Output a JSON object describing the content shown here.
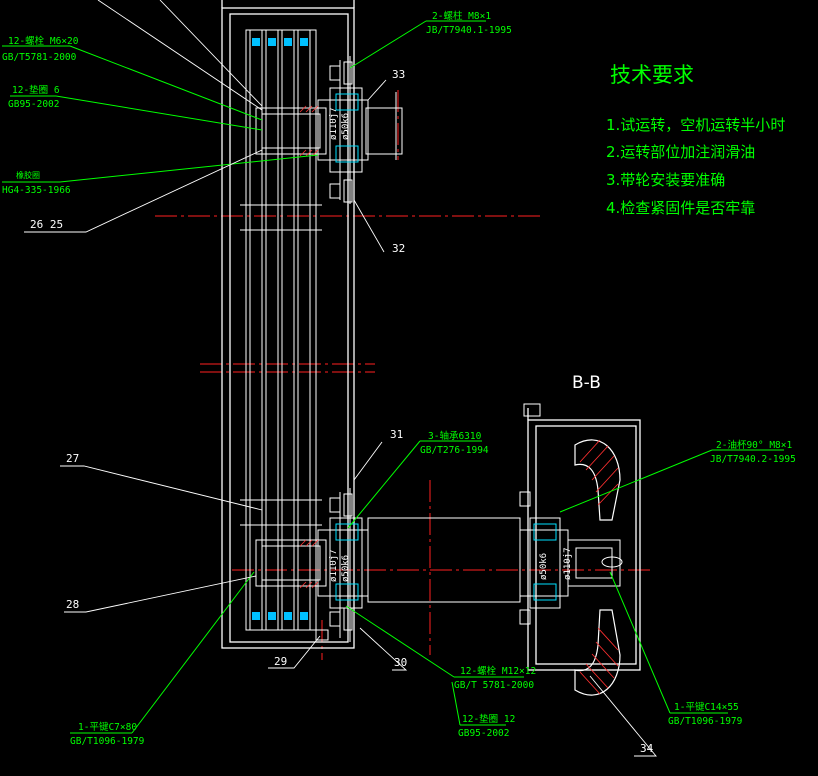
{
  "colors": {
    "background": "#000000",
    "outline": "#ffffff",
    "leader": "#00ff00",
    "center_line": "#ff2020",
    "hatch": "#ff3030",
    "component": "#00e0ff",
    "tech_text": "#00ff00"
  },
  "tech_requirements": {
    "title": "技术要求",
    "items": [
      "1.试运转，空机运转半小时",
      "2.运转部位加注润滑油",
      "3.带轮安装要准确",
      "4.检查紧固件是否牢靠"
    ]
  },
  "section_label": "B-B",
  "callouts": [
    {
      "id": "c1",
      "line1": "2-螺柱 M8×1",
      "line2": "JB/T7940.1-1995"
    },
    {
      "id": "c2",
      "line1": "12-螺栓 M6×20",
      "line2": "GB/T5781-2000"
    },
    {
      "id": "c3",
      "line1": "12-垫圈 6",
      "line2": "GB95-2002"
    },
    {
      "id": "c4",
      "line1": "橡胶圈",
      "line2": "HG4-335-1966"
    },
    {
      "id": "c5",
      "line1": "3-轴承6310",
      "line2": "GB/T276-1994"
    },
    {
      "id": "c6",
      "line1": "2-油杯90° M8×1",
      "line2": "JB/T7940.2-1995"
    },
    {
      "id": "c7",
      "line1": "12-螺栓 M12×12",
      "line2": "GB/T 5781-2000"
    },
    {
      "id": "c8",
      "line1": "12-垫圈 12",
      "line2": "GB95-2002"
    },
    {
      "id": "c9",
      "line1": "1-平键C7×80",
      "line2": "GB/T1096-1979"
    },
    {
      "id": "c10",
      "line1": "1-平键C14×55",
      "line2": "GB/T1096-1979"
    }
  ],
  "part_numbers": {
    "p26_25": "26   25",
    "p33": "33",
    "p32": "32",
    "p31": "31",
    "p27": "27",
    "p28": "28",
    "p29": "29",
    "p30": "30",
    "p34": "34"
  },
  "dimensions": {
    "top_d1": "ø110j7",
    "top_d2": "ø50k6",
    "bot_d1": "ø110j7",
    "bot_d2": "ø50k6",
    "right_d1": "ø50k6",
    "right_d2": "ø110j7"
  }
}
